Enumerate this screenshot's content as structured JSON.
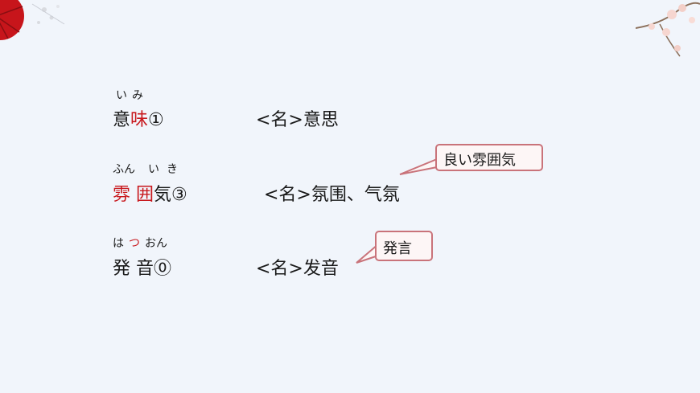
{
  "entries": [
    {
      "ruby": [
        "い",
        "み"
      ],
      "word": [
        "意",
        "味",
        "①"
      ],
      "meaning": "<名>意思"
    },
    {
      "ruby": [
        "ふん",
        "い",
        "き"
      ],
      "word": [
        "雰",
        " 囲",
        "気③"
      ],
      "meaning": "<名>氛围、气氛",
      "callout": "良い雰囲気"
    },
    {
      "ruby": [
        "は",
        "つ",
        "おん"
      ],
      "word": [
        "発 音⓪"
      ],
      "meaning": "<名>发音",
      "callout": "発言"
    }
  ],
  "colors": {
    "accent_red": "#c8181d",
    "callout_border": "#c9737a",
    "background": "#f1f5fb"
  },
  "decorations": [
    "red-umbrella-icon",
    "plum-blossom-icon"
  ]
}
